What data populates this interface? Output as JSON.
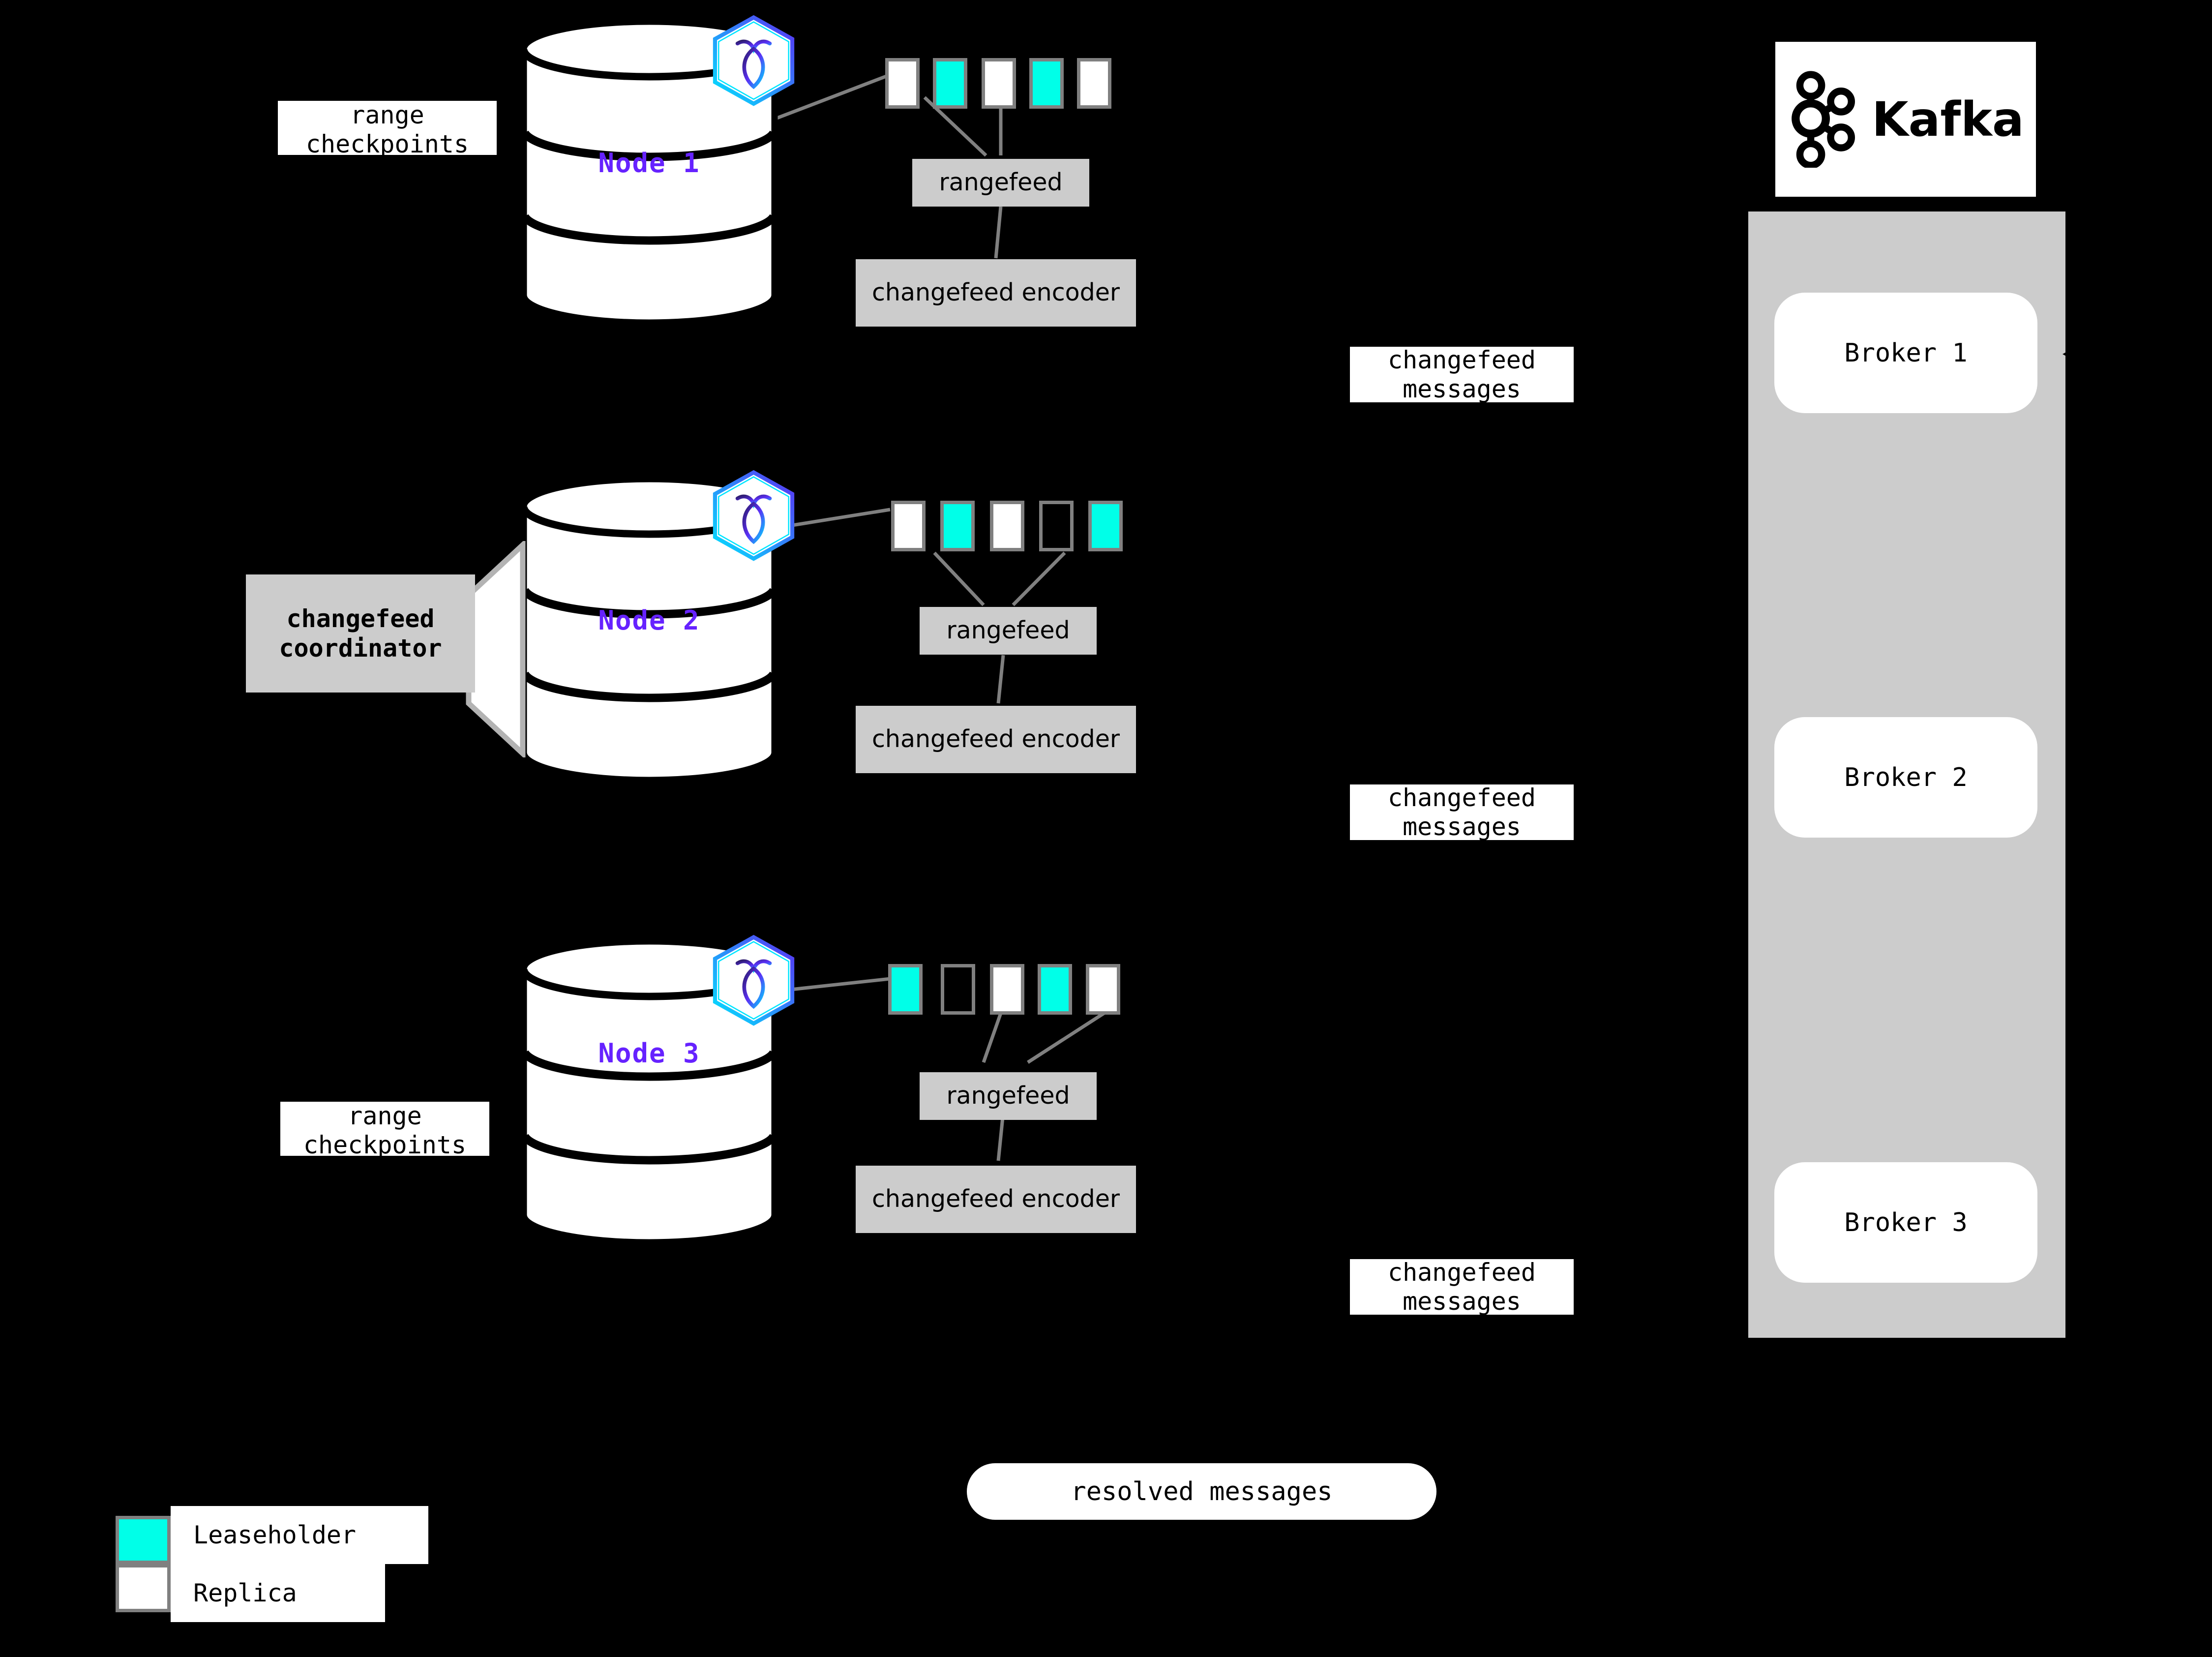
{
  "diagram": {
    "title": "CockroachDB changefeed architecture to Kafka",
    "background_color": "#000000",
    "accent_colors": {
      "leaseholder": "#00ffe8",
      "replica": "#ffffff",
      "node_label": "#6622ff",
      "process_box": "#cccccc",
      "connector": "#808080"
    }
  },
  "nodes": [
    {
      "id": "node-1",
      "label": "Node 1",
      "logo_icon": "cockroachdb-hexagon-icon",
      "ranges": [
        "replica",
        "leaseholder",
        "replica",
        "leaseholder",
        "replica"
      ],
      "rangefeed_label": "rangefeed",
      "encoder_label": "changefeed encoder",
      "side_label": "range checkpoints"
    },
    {
      "id": "node-2",
      "label": "Node 2",
      "logo_icon": "cockroachdb-hexagon-icon",
      "ranges": [
        "replica",
        "leaseholder",
        "replica",
        "empty",
        "leaseholder"
      ],
      "rangefeed_label": "rangefeed",
      "encoder_label": "changefeed encoder",
      "side_label": "changefeed coordinator"
    },
    {
      "id": "node-3",
      "label": "Node 3",
      "logo_icon": "cockroachdb-hexagon-icon",
      "ranges": [
        "leaseholder",
        "empty",
        "replica",
        "leaseholder",
        "replica"
      ],
      "rangefeed_label": "rangefeed",
      "encoder_label": "changefeed encoder",
      "side_label": "range checkpoints"
    }
  ],
  "messages": {
    "changefeed_1": "changefeed messages",
    "changefeed_2": "changefeed messages",
    "changefeed_3": "changefeed messages",
    "resolved": "resolved messages"
  },
  "kafka": {
    "logo_text": "Kafka",
    "logo_icon": "kafka-nodes-icon",
    "brokers": [
      "Broker 1",
      "Broker 2",
      "Broker 3"
    ]
  },
  "legend": {
    "items": [
      {
        "swatch": "leaseholder",
        "label": "Leaseholder",
        "color": "#00ffe8"
      },
      {
        "swatch": "replica",
        "label": "Replica",
        "color": "#ffffff"
      }
    ]
  }
}
